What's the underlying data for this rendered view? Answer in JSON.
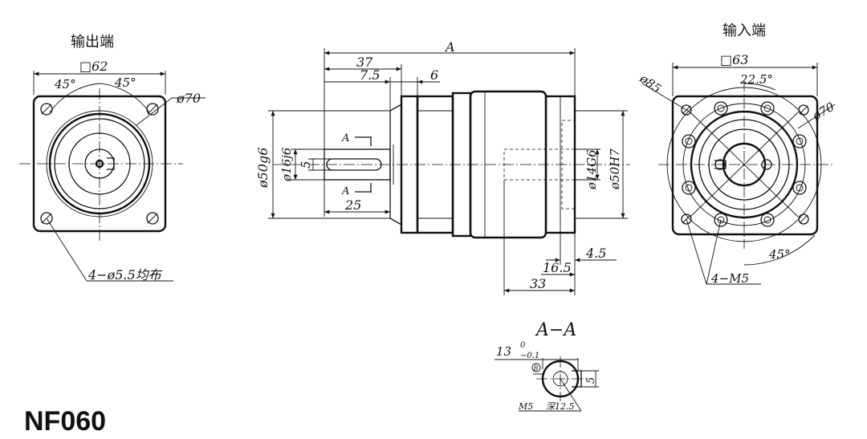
{
  "model": "NF060",
  "output_view": {
    "title": "输出端",
    "square": "□62",
    "angle_left": "45°",
    "angle_right": "45°",
    "pcd": "ø70",
    "holes_note": "4−ø5.5均布"
  },
  "side_view": {
    "overall": "A",
    "dim_37": "37",
    "dim_7_5": "7.5",
    "dim_6": "6",
    "dim_50g6": "ø50g6",
    "dim_16j6": "ø16j6",
    "dim_5": "5",
    "dim_25": "25",
    "section_mark": "A",
    "dim_14G6": "ø14G6",
    "dim_50H7": "ø50H7",
    "dim_4_5": "4.5",
    "dim_16_5": "16.5",
    "dim_33": "33"
  },
  "input_view": {
    "title": "输入端",
    "square": "□63",
    "pcd_outer": "ø85",
    "angle_top": "22.5°",
    "pcd_inner": "ø70",
    "angle_bottom": "45°",
    "thread_note": "4−M5"
  },
  "section_view": {
    "title": "A−A",
    "dim_13": "13",
    "tol_upper": "0",
    "tol_lower": "−0.1",
    "datum": "B",
    "key_width": "5",
    "thread": "M5",
    "depth": "深12.5"
  }
}
